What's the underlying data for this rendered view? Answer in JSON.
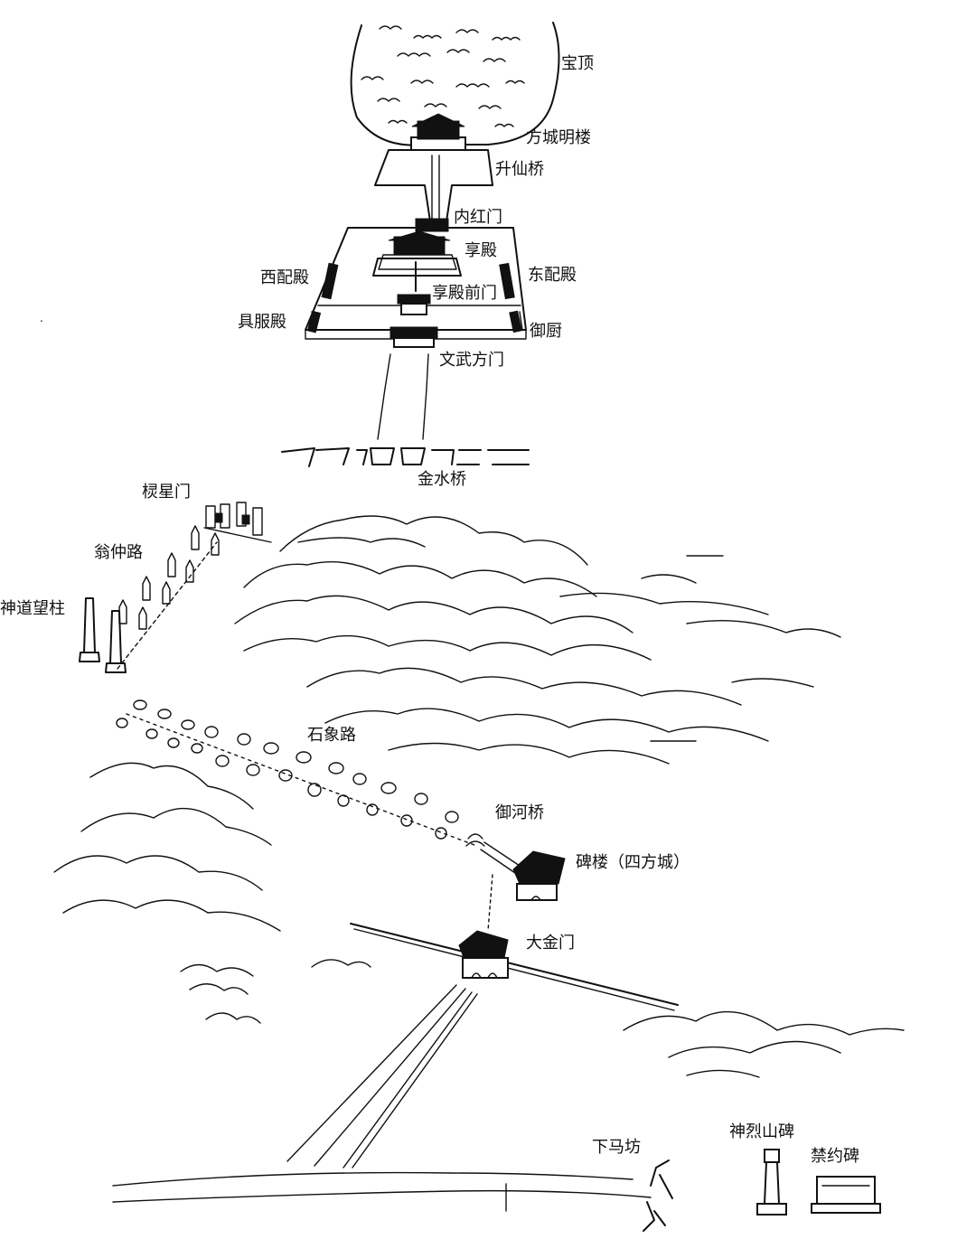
{
  "labels": {
    "baoding": "宝顶",
    "fangcheng_minglou": "方城明楼",
    "shengxian_qiao": "升仙桥",
    "neihong_men": "内红门",
    "xiang_dian": "享殿",
    "xi_pei_dian": "西配殿",
    "dong_pei_dian": "东配殿",
    "xiangdian_qianmen": "享殿前门",
    "jufu_dian": "具服殿",
    "yu_chu": "御厨",
    "wenwu_fangmen": "文武方门",
    "jinshui_qiao": "金水桥",
    "lingxing_men": "棂星门",
    "wengzhong_lu": "翁仲路",
    "shendao_wangzhu": "神道望柱",
    "shixiang_lu": "石象路",
    "yuhe_qiao": "御河桥",
    "bei_lou": "碑楼（四方城）",
    "dajin_men": "大金门",
    "xiama_fang": "下马坊",
    "shenlieshan_bei": "神烈山碑",
    "jinyue_bei": "禁约碑"
  }
}
